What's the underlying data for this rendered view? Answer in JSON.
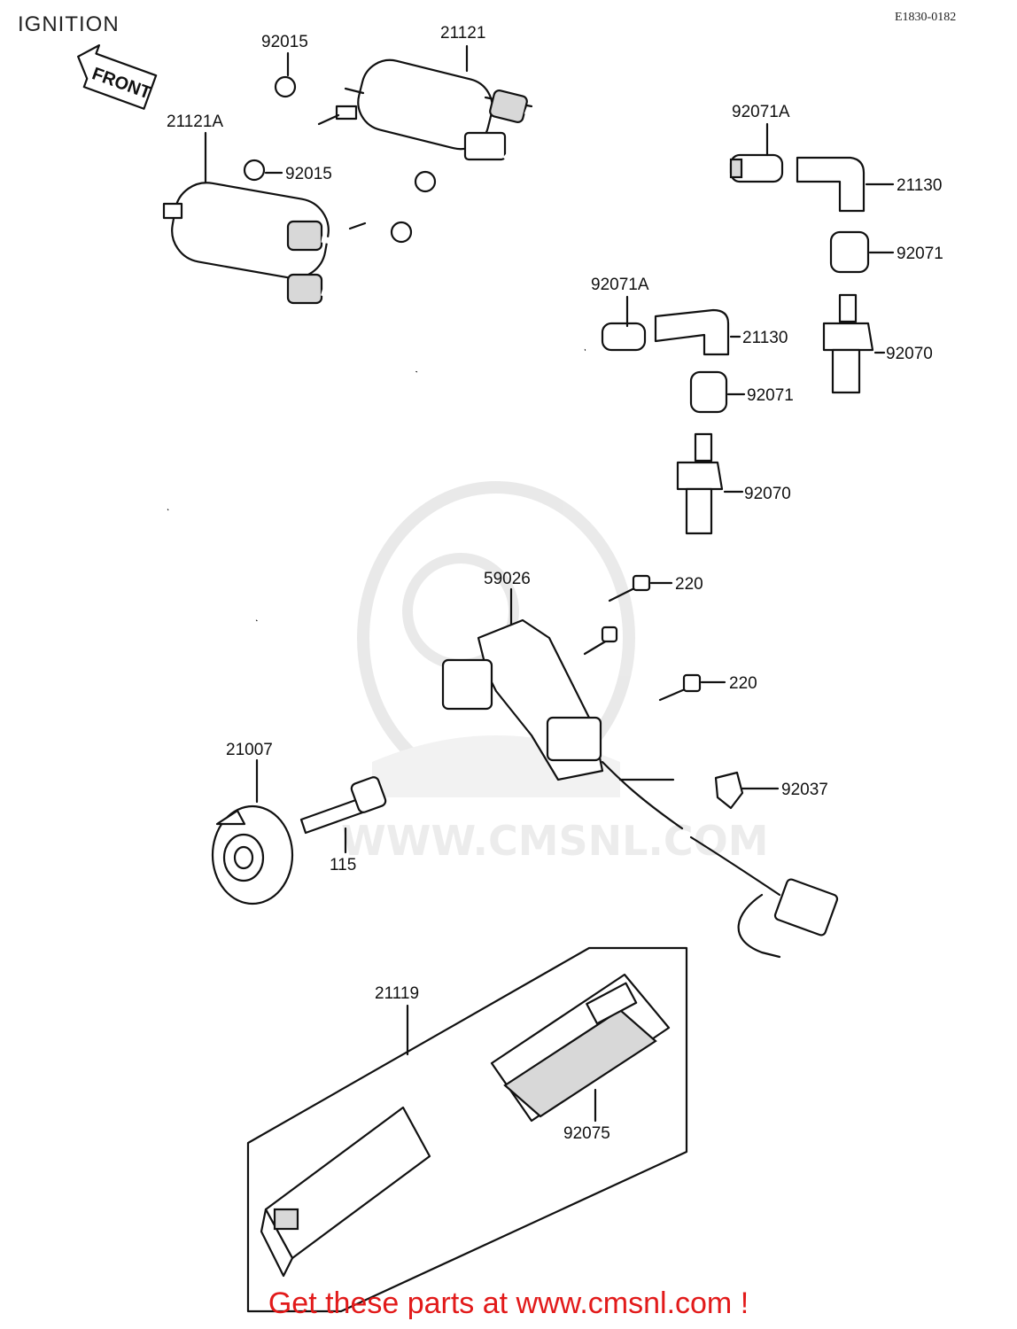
{
  "header": {
    "title": "IGNITION",
    "code": "E1830-0182",
    "front_label": "FRONT"
  },
  "watermark": {
    "url_text": "WWW.CMSNL.COM"
  },
  "callouts": {
    "c92015a": "92015",
    "c21121": "21121",
    "c21121A": "21121A",
    "c92015b": "92015",
    "c92071Aa": "92071A",
    "c21130a": "21130",
    "c92071a": "92071",
    "c92071Ab": "92071A",
    "c21130b": "21130",
    "c92070a": "92070",
    "c92071b": "92071",
    "c92070b": "92070",
    "c59026": "59026",
    "c220a": "220",
    "c220b": "220",
    "c21007": "21007",
    "c92037": "92037",
    "c115": "115",
    "c21119": "21119",
    "c92075": "92075"
  },
  "footer": {
    "text": "Get these parts at www.cmsnl.com !"
  }
}
